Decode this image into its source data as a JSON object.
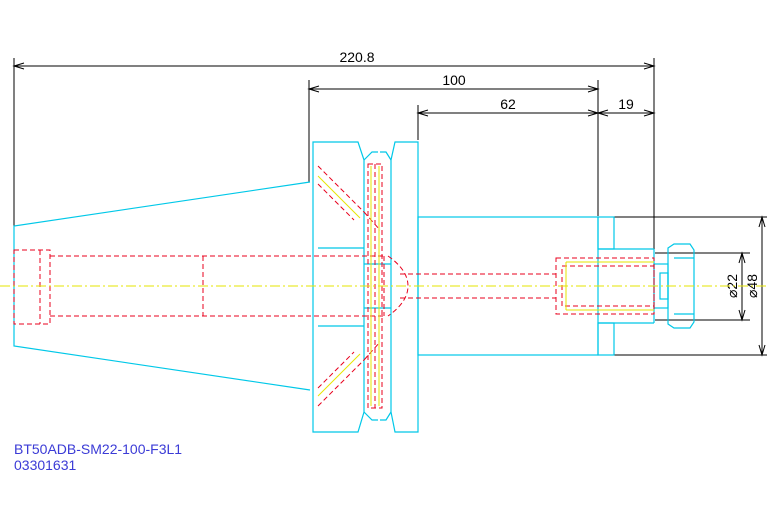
{
  "drawing": {
    "part_number": "BT50ADB-SM22-100-F3L1",
    "part_code": "03301631"
  },
  "dimensions": {
    "overall_length": "220.8",
    "gauge_length": "100",
    "body_length": "62",
    "nose_length": "19",
    "bore_diameter": "⌀22",
    "outer_diameter": "⌀48"
  },
  "colors": {
    "outline": "#00c8e8",
    "hidden_lines": "#e8001c",
    "centerline": "#e6e600",
    "dimensions": "#000000",
    "title_text": "#3b3bd6"
  }
}
